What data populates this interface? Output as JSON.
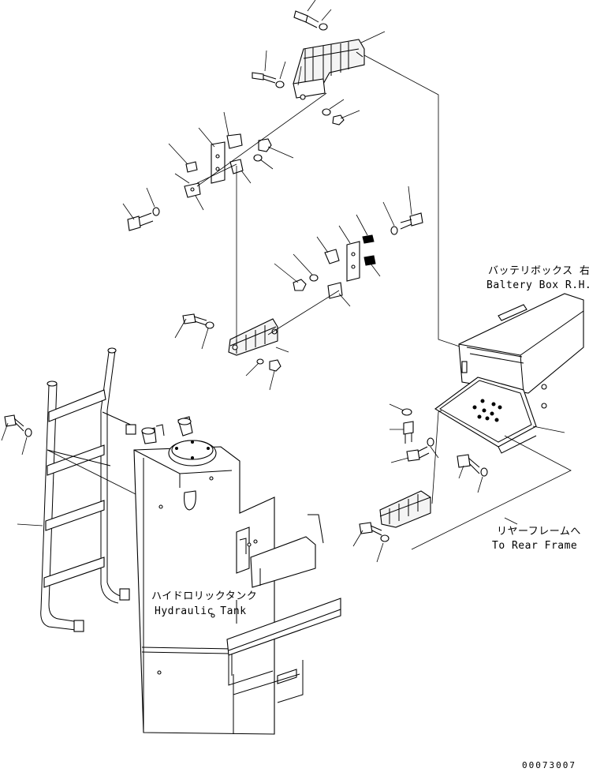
{
  "labels": {
    "battery_box_jp": "バッテリボックス 右",
    "battery_box_en": "Baltery Box R.H.",
    "rear_frame_jp": "リヤーフレームへ",
    "rear_frame_en": "To Rear Frame",
    "hydraulic_tank_jp": "ハイドロリックタンク",
    "hydraulic_tank_en": "Hydraulic Tank",
    "drawing_number": "00073007"
  }
}
